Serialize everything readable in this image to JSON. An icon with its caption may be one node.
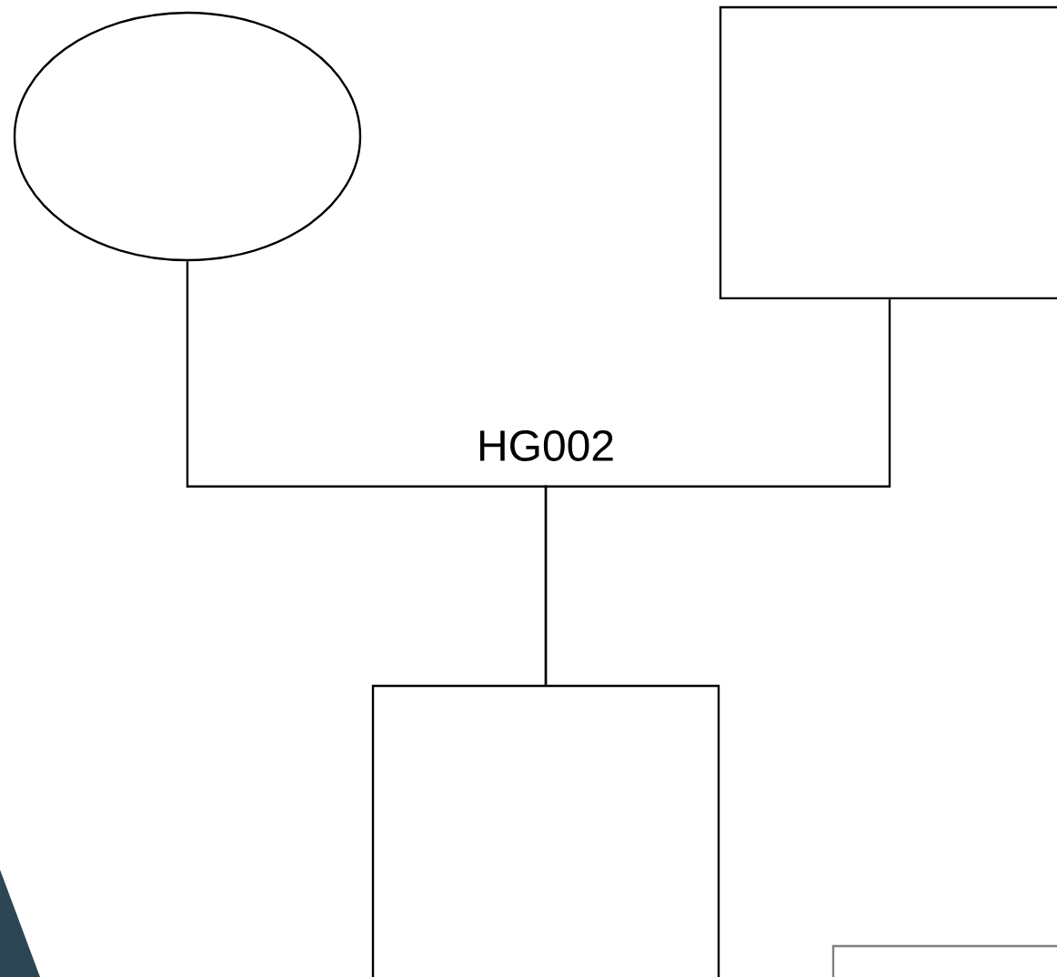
{
  "diagram": {
    "nodes": [
      {
        "text": [],
        "shape": "circle"
      },
      {
        "text": [],
        "shape": "box"
      },
      {
        "text": [],
        "shape": "box"
      },
      {
        "text": [],
        "shape": "box"
      }
    ],
    "edges": [
      {
        "from": 0,
        "to": 2,
        "arrow": "none"
      },
      {
        "from": 1,
        "to": 2,
        "arrow": "none"
      }
    ],
    "labels": [
      "HG002"
    ]
  }
}
